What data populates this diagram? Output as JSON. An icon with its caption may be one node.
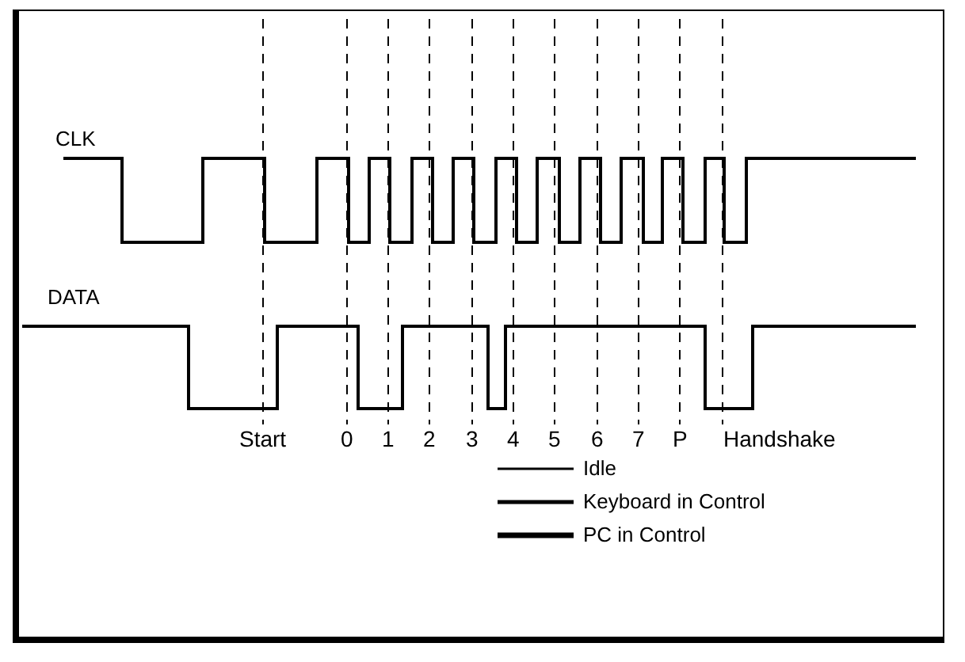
{
  "diagram": {
    "labels": [
      "CLK",
      "DATA",
      "Start",
      "0",
      "1",
      "2",
      "3",
      "4",
      "5",
      "6",
      "7",
      "P",
      "Handshake"
    ],
    "legend": [
      {
        "text": "Idle"
      },
      {
        "text": "Keyboard in Control"
      },
      {
        "text": "PC in Control"
      }
    ]
  }
}
